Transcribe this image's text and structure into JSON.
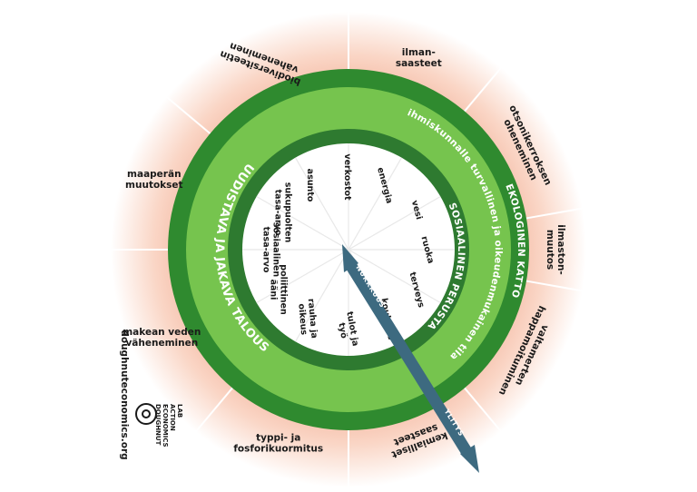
{
  "colors": {
    "dark_green": "#2f8a2f",
    "light_green": "#76c44e",
    "ring_dark": "#2e7a30",
    "inner_bg": "#ffffff",
    "halo_inner": "#f2ad94",
    "halo_outer": "#ffffff",
    "arrow": "#3d6a80",
    "spoke": "#ffffff",
    "inner_spoke": "#e8e8e8"
  },
  "ring_labels": {
    "ecological_ceiling": "EKOLOGINEN KATTO",
    "safe_space": "ihmiskunnalle turvallinen ja oikeudenmukainen tila",
    "social_foundation": "SOSIAALINEN PERUSTA",
    "economy": "UUDISTAVA JA JAKAVA TALOUS"
  },
  "arrow_labels": {
    "shortfall": "NUKKKUUS",
    "overshoot": "YLITYS"
  },
  "outer_labels": [
    {
      "lines": [
        "ilman-",
        "saasteet"
      ],
      "icon": "air-pollution"
    },
    {
      "lines": [
        "otsonikerroksen",
        "oheneminen"
      ],
      "icon": "ozone-depletion"
    },
    {
      "lines": [
        "ilmaston-",
        "muutos"
      ],
      "icon": "climate-change"
    },
    {
      "lines": [
        "valtamerten",
        "happamoituminen"
      ],
      "icon": "ocean-acidification"
    },
    {
      "lines": [
        "kemialliset",
        "saasteet"
      ],
      "icon": "chemical-pollution"
    },
    {
      "lines": [
        "typpi- ja",
        "fosforikuormitus"
      ],
      "icon": "nitrogen-phosphorus"
    },
    {
      "lines": [
        "makean veden",
        "väheneminen"
      ],
      "icon": "freshwater"
    },
    {
      "lines": [
        "maaperän",
        "muutokset"
      ],
      "icon": "land-conversion"
    },
    {
      "lines": [
        "biodiversiteetin",
        "väheneminen"
      ],
      "icon": "biodiversity"
    }
  ],
  "inner_labels": [
    {
      "lines": [
        "energia"
      ]
    },
    {
      "lines": [
        "vesi"
      ]
    },
    {
      "lines": [
        "ruoka"
      ]
    },
    {
      "lines": [
        "terveys"
      ]
    },
    {
      "lines": [
        "koulutus"
      ]
    },
    {
      "lines": [
        "tulot ja",
        "työ"
      ]
    },
    {
      "lines": [
        "rauha ja",
        "oikeus"
      ]
    },
    {
      "lines": [
        "poliittinen",
        "ääni"
      ]
    },
    {
      "lines": [
        "sosiaalinen",
        "tasa-arvo"
      ]
    },
    {
      "lines": [
        "sukupuolten",
        "tasa-arvo"
      ]
    },
    {
      "lines": [
        "asunto"
      ]
    },
    {
      "lines": [
        "verkostot"
      ]
    }
  ],
  "source": {
    "url": "doughnuteconomics.org",
    "logo_lines": [
      "DOUGHNUT",
      "ECONOMICS",
      "ACTION",
      "LAB"
    ]
  }
}
